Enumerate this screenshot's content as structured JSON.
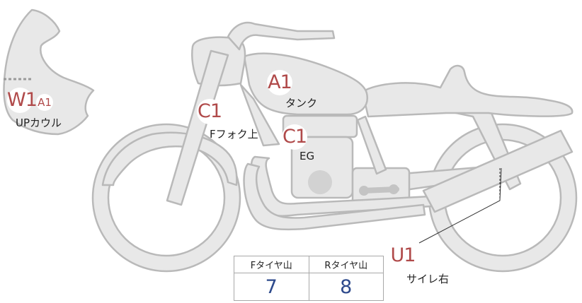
{
  "parts": {
    "upper_cowl": {
      "code": "W1",
      "subcode": "A1",
      "label": "UPカウル"
    },
    "tank": {
      "code": "A1",
      "label": "タンク"
    },
    "front_fork": {
      "code": "C1",
      "label": "Fフォク上"
    },
    "engine": {
      "code": "C1",
      "label": "EG"
    },
    "muffler": {
      "code": "U1",
      "label": "サイレ右"
    }
  },
  "tread_table": {
    "headers": [
      "Fタイヤ山",
      "Rタイヤ山"
    ],
    "values": [
      "7",
      "8"
    ]
  },
  "colors": {
    "body_fill": "#e8e8e8",
    "outline": "#b9b9b9",
    "code_text": "#b04a4a",
    "value_text": "#2e4a8c"
  }
}
